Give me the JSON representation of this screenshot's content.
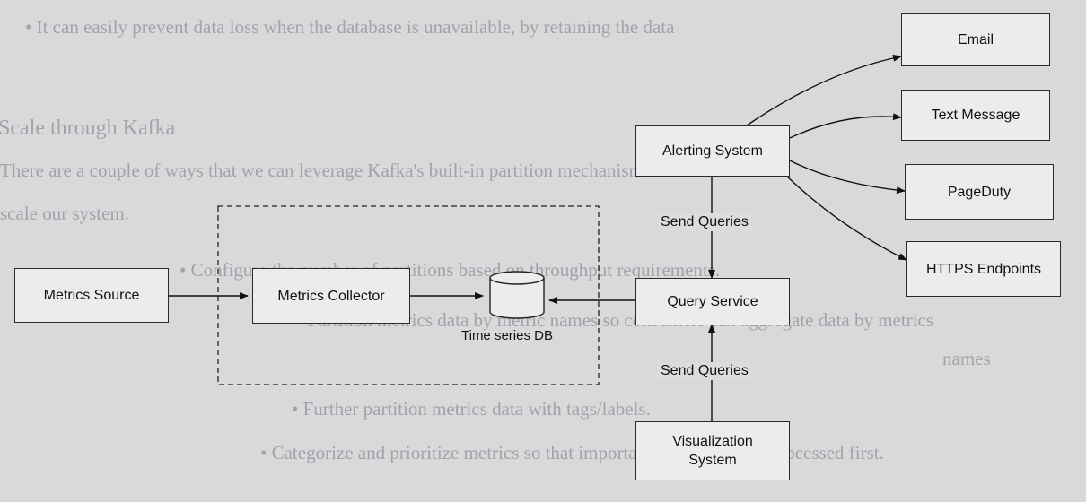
{
  "background_text": {
    "line1": "• It can easily prevent data loss when the database is unavailable, by retaining the data",
    "line2": "Scale through Kafka",
    "line3": "There are a couple of ways that we can leverage Kafka's built-in partition mechanism to",
    "line4": "scale our system.",
    "line5": "• Configure the number of partitions based on throughput requirements.",
    "line6": "• Partition metrics data by metric names so consumers can aggregate data by metrics",
    "line7": "names",
    "line8": "• Further partition metrics data with tags/labels.",
    "line9": "• Categorize and prioritize metrics so that important metrics can be processed first."
  },
  "nodes": {
    "metrics_source": "Metrics Source",
    "metrics_collector": "Metrics Collector",
    "time_series_db": "Time series DB",
    "query_service": "Query Service",
    "alerting_system": "Alerting System",
    "visualization_system": "Visualization System",
    "email": "Email",
    "text_message": "Text Message",
    "pageduty": "PageDuty",
    "https_endpoints": "HTTPS Endpoints"
  },
  "edge_labels": {
    "alerting_to_query": "Send Queries",
    "visualization_to_query": "Send Queries"
  }
}
